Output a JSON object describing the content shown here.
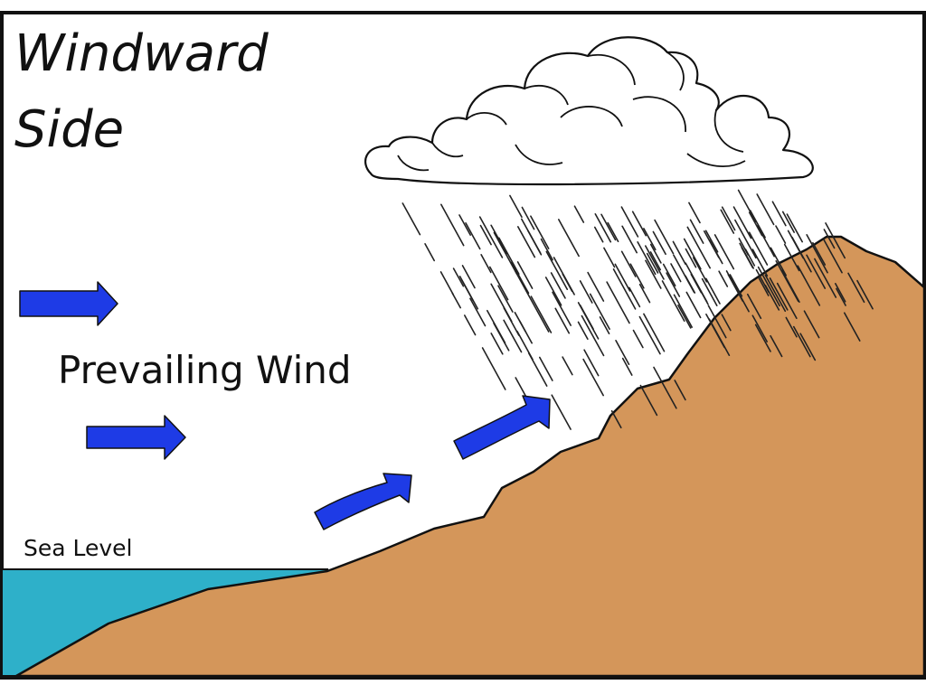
{
  "title": {
    "line1": "Windward",
    "line2": "Side"
  },
  "labels": {
    "prevailing_wind": "Prevailing Wind",
    "sea_level": "Sea Level"
  },
  "colors": {
    "sea": "#2EB0C9",
    "mountain": "#D4965A",
    "wind_arrow": "#1E3BE6",
    "outline": "#111111",
    "cloud_fill": "#ffffff",
    "rain": "#222222",
    "frame": "#111111"
  },
  "icons": {
    "wind": "right-arrow-icon",
    "cloud": "cloud-icon",
    "rain": "rain-streaks"
  }
}
